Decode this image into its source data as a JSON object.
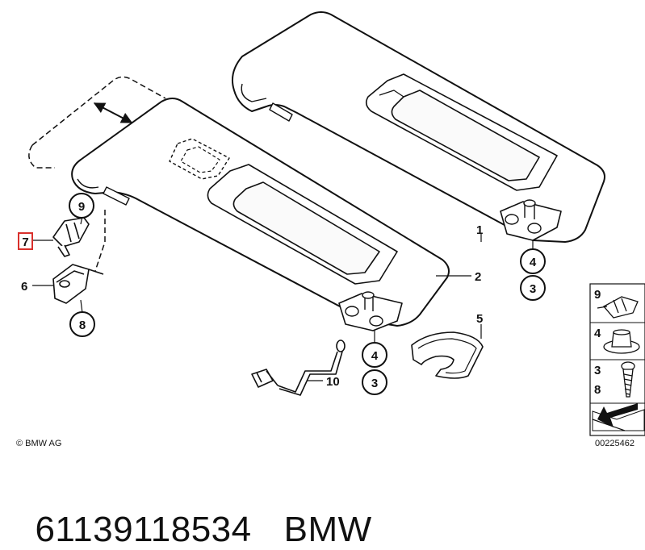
{
  "callouts": {
    "c1": "1",
    "c2": "2",
    "c3a": "3",
    "c3b": "3",
    "c4a": "4",
    "c4b": "4",
    "c5": "5",
    "c6": "6",
    "c7": "7",
    "c8": "8",
    "c9": "9",
    "c10": "10"
  },
  "legend": {
    "l9": "9",
    "l4": "4",
    "l3": "3",
    "l8": "8"
  },
  "copyright": "© BMW AG",
  "diagram_id": "00225462",
  "footer": {
    "part_number": "61139118534",
    "brand": "BMW"
  },
  "colors": {
    "stroke": "#111111",
    "highlight": "#d9302c",
    "panel": "#f4f4f4"
  }
}
